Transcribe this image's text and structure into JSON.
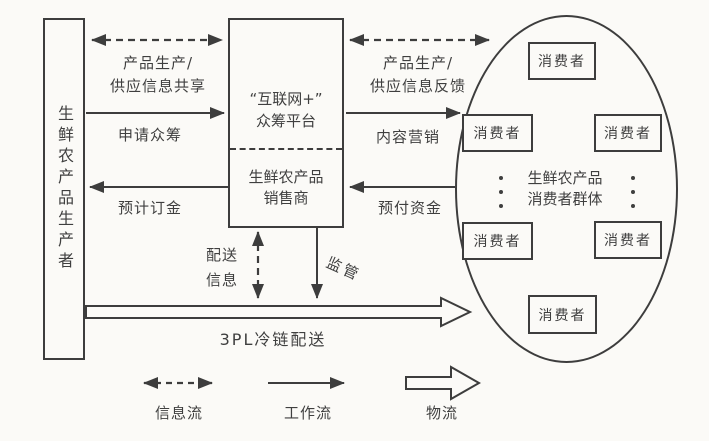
{
  "colors": {
    "line": "#3d3d3d",
    "text": "#3f3f3f",
    "background": "#fbfaf7"
  },
  "diagram": {
    "producer_box": {
      "label": "生鲜农产品生产者"
    },
    "platform_box": {
      "top_line1": "“互联网+”",
      "top_line2": "众筹平台",
      "bottom_line1": "生鲜农产品",
      "bottom_line2": "销售商"
    },
    "consumer_group": {
      "line1": "生鲜农产品",
      "line2": "消费者群体",
      "consumer_label": "消费者"
    },
    "arrow_labels": {
      "info_share_line1": "产品生产/",
      "info_share_line2": "供应信息共享",
      "apply_crowdfunding": "申请众筹",
      "expected_deposit": "预计订金",
      "info_feedback_line1": "产品生产/",
      "info_feedback_line2": "供应信息反馈",
      "content_marketing": "内容营销",
      "prepaid_funds": "预付资金",
      "delivery_info_line1": "配送",
      "delivery_info_line2": "信息",
      "supervision": "监管",
      "cold_chain": "3PL冷链配送"
    },
    "legend": {
      "info_flow": "信息流",
      "work_flow": "工作流",
      "logistics": "物流"
    }
  }
}
